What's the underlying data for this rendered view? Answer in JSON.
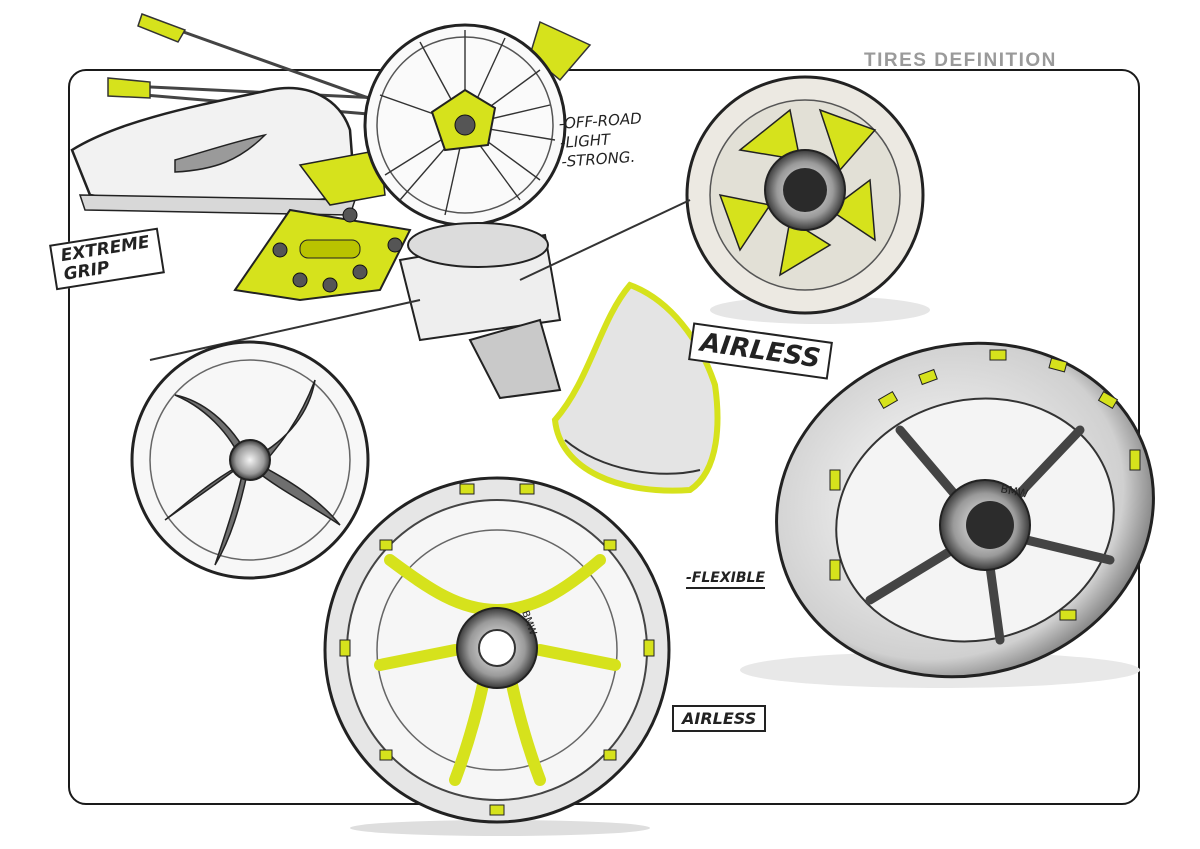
{
  "sheet": {
    "title": "TIRES DEFINITION"
  },
  "labels": {
    "grip_line1": "EXTREME",
    "grip_line2": "GRIP",
    "offroad_line1": "-OFF-ROAD",
    "offroad_line2": "-LIGHT",
    "offroad_line3": "-STRONG.",
    "airless_main": "AIRLESS",
    "flexible": "-FLEXIBLE",
    "airless_bottom": "AIRLESS",
    "brand_front": "BMW",
    "brand_side": "BMW"
  },
  "colors": {
    "accent": "#d6e21c",
    "ink": "#1e1e1e",
    "shade": "#8c8c8c"
  }
}
